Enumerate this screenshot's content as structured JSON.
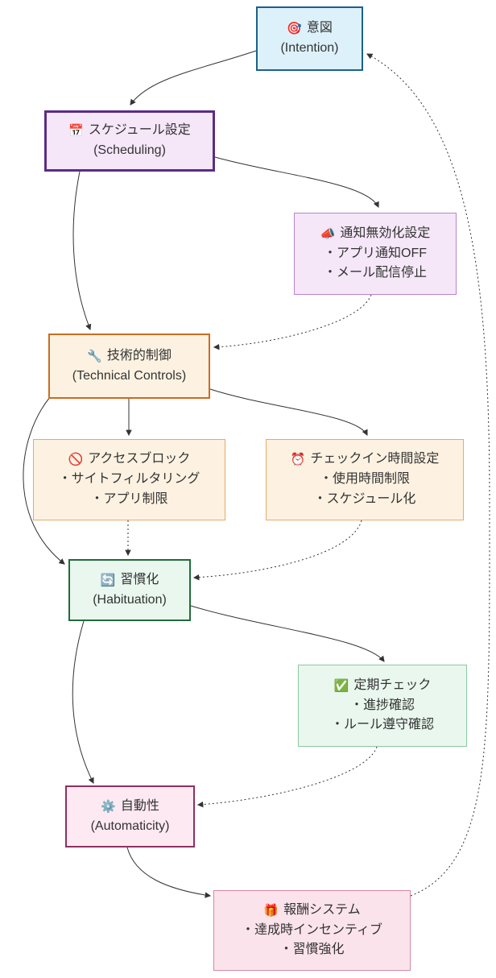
{
  "diagram": {
    "background": "#ffffff",
    "edge_color": "#333333",
    "text_color": "#333333",
    "nodes": [
      {
        "id": "intention",
        "icon": "🎯",
        "icon_name": "target-icon",
        "title": "意図",
        "subtitle": "(Intention)",
        "bullets": [],
        "fill": "#ddf1fb",
        "border": "#19618c",
        "border_width": 2.5
      },
      {
        "id": "scheduling",
        "icon": "📅",
        "icon_name": "calendar-icon",
        "title": "スケジュール設定",
        "subtitle": "(Scheduling)",
        "bullets": [],
        "fill": "#f5e6f8",
        "border": "#5b2d86",
        "border_width": 3
      },
      {
        "id": "notification",
        "icon": "📣",
        "icon_name": "megaphone-icon",
        "title": "通知無効化設定",
        "subtitle": "",
        "bullets": [
          "・アプリ通知OFF",
          "・メール配信停止"
        ],
        "fill": "#f5e6f8",
        "border": "#b685cf",
        "border_width": 1
      },
      {
        "id": "technical",
        "icon": "🔧",
        "icon_name": "wrench-icon",
        "title": "技術的制御",
        "subtitle": "(Technical Controls)",
        "bullets": [],
        "fill": "#fdf2e2",
        "border": "#ca6c1f",
        "border_width": 2.5
      },
      {
        "id": "access",
        "icon": "🚫",
        "icon_name": "prohibited-icon",
        "title": "アクセスブロック",
        "subtitle": "",
        "bullets": [
          "・サイトフィルタリング",
          "・アプリ制限"
        ],
        "fill": "#fdf2e2",
        "border": "#e9a966",
        "border_width": 1
      },
      {
        "id": "checkin",
        "icon": "⏰",
        "icon_name": "alarm-clock-icon",
        "title": "チェックイン時間設定",
        "subtitle": "",
        "bullets": [
          "・使用時間制限",
          "・スケジュール化"
        ],
        "fill": "#fdf2e2",
        "border": "#e9a966",
        "border_width": 1
      },
      {
        "id": "habituation",
        "icon": "🔄",
        "icon_name": "cycle-arrows-icon",
        "title": "習慣化",
        "subtitle": "(Habituation)",
        "bullets": [],
        "fill": "#e9f7ee",
        "border": "#206b3b",
        "border_width": 2.5
      },
      {
        "id": "periodic",
        "icon": "✅",
        "icon_name": "check-mark-icon",
        "title": "定期チェック",
        "subtitle": "",
        "bullets": [
          "・進捗確認",
          "・ルール遵守確認"
        ],
        "fill": "#e9f7ee",
        "border": "#8bc9a0",
        "border_width": 1
      },
      {
        "id": "automaticity",
        "icon": "⚙️",
        "icon_name": "gear-icon",
        "title": "自動性",
        "subtitle": "(Automaticity)",
        "bullets": [],
        "fill": "#fde9f1",
        "border": "#8e2f63",
        "border_width": 2.5
      },
      {
        "id": "reward",
        "icon": "🎁",
        "icon_name": "gift-icon",
        "title": "報酬システム",
        "subtitle": "",
        "bullets": [
          "・達成時インセンティブ",
          "・習慣強化"
        ],
        "fill": "#fbe3ec",
        "border": "#d887a5",
        "border_width": 1
      }
    ],
    "edges": [
      {
        "from": "intention",
        "to": "scheduling",
        "style": "solid"
      },
      {
        "from": "scheduling",
        "to": "notification",
        "style": "solid"
      },
      {
        "from": "scheduling",
        "to": "technical",
        "style": "solid"
      },
      {
        "from": "notification",
        "to": "technical",
        "style": "dotted"
      },
      {
        "from": "technical",
        "to": "access",
        "style": "solid"
      },
      {
        "from": "technical",
        "to": "checkin",
        "style": "solid"
      },
      {
        "from": "technical",
        "to": "habituation",
        "style": "solid"
      },
      {
        "from": "access",
        "to": "habituation",
        "style": "dotted"
      },
      {
        "from": "checkin",
        "to": "habituation",
        "style": "dotted"
      },
      {
        "from": "habituation",
        "to": "periodic",
        "style": "solid"
      },
      {
        "from": "periodic",
        "to": "automaticity",
        "style": "dotted"
      },
      {
        "from": "habituation",
        "to": "automaticity",
        "style": "solid"
      },
      {
        "from": "automaticity",
        "to": "reward",
        "style": "solid"
      },
      {
        "from": "reward",
        "to": "intention",
        "style": "dotted"
      }
    ]
  }
}
